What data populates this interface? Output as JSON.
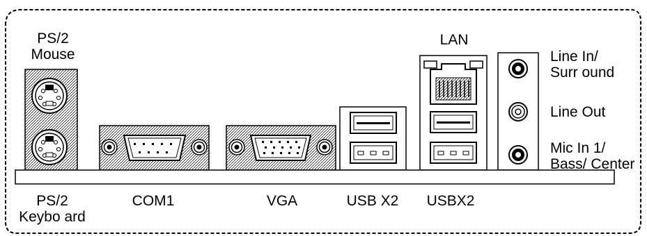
{
  "labels": {
    "ps2_mouse_line1": "PS/2",
    "ps2_mouse_line2": "Mouse",
    "ps2_keyboard_line1": "PS/2",
    "ps2_keyboard_line2": "Keybo ard",
    "com1": "COM1",
    "vga": "VGA",
    "usb_left": "USB X2",
    "usb_right": "USBX2",
    "lan": "LAN",
    "line_in_line1": "Line In/",
    "line_in_line2": "Surr ound",
    "line_out": "Line Out",
    "mic_in_line1": "Mic In 1/",
    "mic_in_line2": "Bass/ Center"
  },
  "icons": [
    "ps2-port-icon",
    "serial-db9-icon",
    "vga-db15-icon",
    "usb-port-icon",
    "rj45-port-icon",
    "audio-jack-icon",
    "screw-hex-icon"
  ],
  "colors": {
    "line": "#000000",
    "port_fill": "#ffffff",
    "body_fill": "#f4f4f4"
  }
}
